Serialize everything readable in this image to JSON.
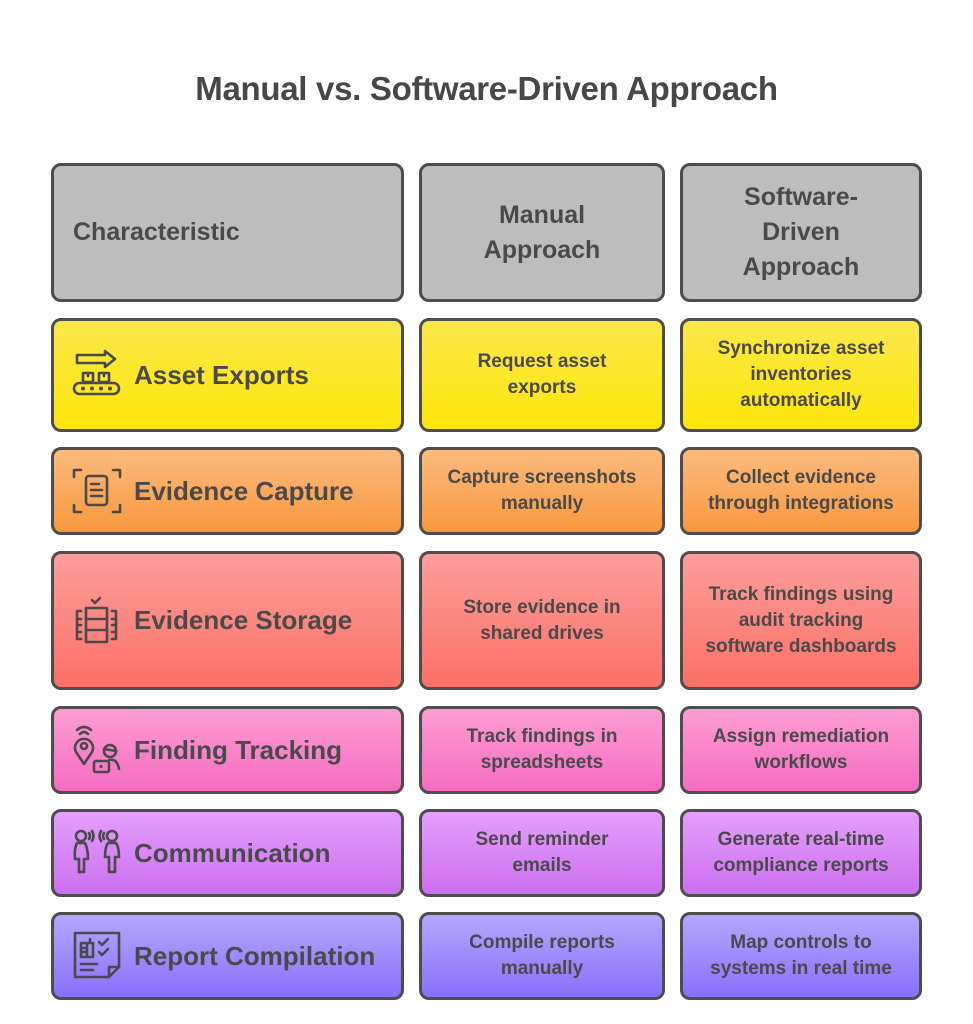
{
  "title": "Manual vs. Software-Driven Approach",
  "headers": {
    "characteristic": "Characteristic",
    "manual": "Manual Approach",
    "software": "Software-Driven Approach"
  },
  "rows": [
    {
      "characteristic": "Asset Exports",
      "icon": "conveyor-export-icon",
      "manual": "Request asset exports",
      "software": "Synchronize asset inventories automatically",
      "color_top": "#fbe84a",
      "color_bottom": "#fde60a"
    },
    {
      "characteristic": "Evidence Capture",
      "icon": "document-scan-icon",
      "manual": "Capture screenshots manually",
      "software": "Collect evidence through integrations",
      "color_top": "#fbbb7e",
      "color_bottom": "#f8983e"
    },
    {
      "characteristic": "Evidence Storage",
      "icon": "database-check-icon",
      "manual": "Store evidence in shared drives",
      "software": "Track findings using audit tracking software dashboards",
      "color_top": "#fd9e9b",
      "color_bottom": "#fb7067"
    },
    {
      "characteristic": "Finding Tracking",
      "icon": "location-tracking-icon",
      "manual": "Track findings in spreadsheets",
      "software": "Assign remediation workflows",
      "color_top": "#fd9dd2",
      "color_bottom": "#f56cc2"
    },
    {
      "characteristic": "Communication",
      "icon": "people-talking-icon",
      "manual": "Send reminder emails",
      "software": "Generate real-time compliance reports",
      "color_top": "#e59ffb",
      "color_bottom": "#cb6ff0"
    },
    {
      "characteristic": "Report Compilation",
      "icon": "report-checklist-icon",
      "manual": "Compile reports manually",
      "software": "Map controls to systems in real time",
      "color_top": "#b3a7fd",
      "color_bottom": "#8a6ffb"
    }
  ],
  "colors": {
    "header_bg": "#bdbdbd",
    "border": "#4d4d4d",
    "text": "#4a4a4a"
  }
}
